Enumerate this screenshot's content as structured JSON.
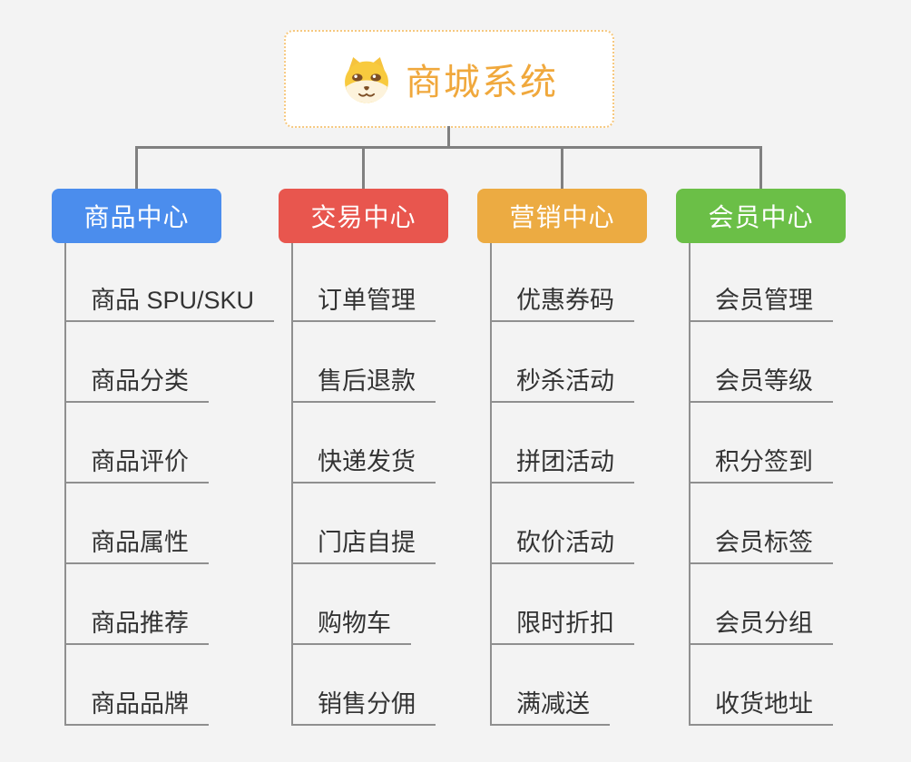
{
  "root": {
    "title": "商城系统",
    "icon": "dog-face"
  },
  "branches": [
    {
      "label": "商品中心",
      "color": "#4b8ded",
      "items": [
        "商品 SPU/SKU",
        "商品分类",
        "商品评价",
        "商品属性",
        "商品推荐",
        "商品品牌"
      ]
    },
    {
      "label": "交易中心",
      "color": "#e8564e",
      "items": [
        "订单管理",
        "售后退款",
        "快递发货",
        "门店自提",
        "购物车",
        "销售分佣"
      ]
    },
    {
      "label": "营销中心",
      "color": "#ecab42",
      "items": [
        "优惠券码",
        "秒杀活动",
        "拼团活动",
        "砍价活动",
        "限时折扣",
        "满减送"
      ]
    },
    {
      "label": "会员中心",
      "color": "#6bbf47",
      "items": [
        "会员管理",
        "会员等级",
        "积分签到",
        "会员标签",
        "会员分组",
        "收货地址"
      ]
    }
  ],
  "colors": {
    "background": "#f3f3f3",
    "root_text": "#f0a83c",
    "root_border": "#f6c87f",
    "connector": "#808080",
    "leaf_line": "#8f8f8f",
    "leaf_text": "#333333"
  }
}
